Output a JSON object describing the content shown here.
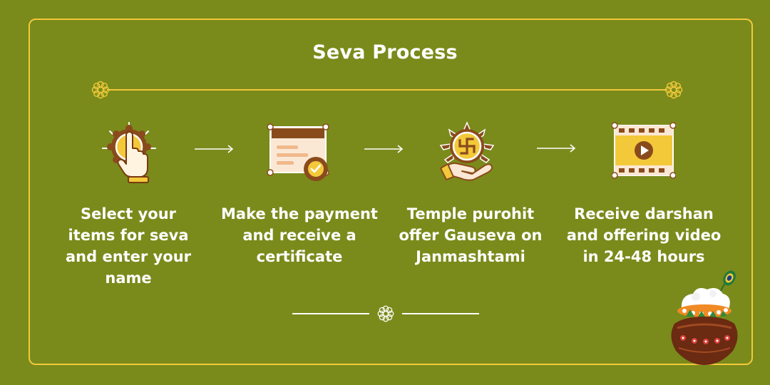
{
  "title": "Seva Process",
  "steps": [
    {
      "text_lines": [
        "Select your",
        "items for seva",
        "and enter your",
        "name"
      ],
      "icon": "tap-hand-icon"
    },
    {
      "text_lines": [
        "Make the payment",
        "and receive a",
        "certificate"
      ],
      "icon": "certificate-icon"
    },
    {
      "text_lines": [
        "Temple purohit",
        "offer Gauseva on",
        "Janmashtami"
      ],
      "icon": "swastika-offering-icon"
    },
    {
      "text_lines": [
        "Receive darshan",
        "and offering video",
        "in 24-48 hours"
      ],
      "icon": "video-play-icon"
    }
  ],
  "colors": {
    "background": "#7a8b1b",
    "accent": "#f3c93a",
    "brown": "#8a4b1c",
    "text": "#ffffff"
  }
}
